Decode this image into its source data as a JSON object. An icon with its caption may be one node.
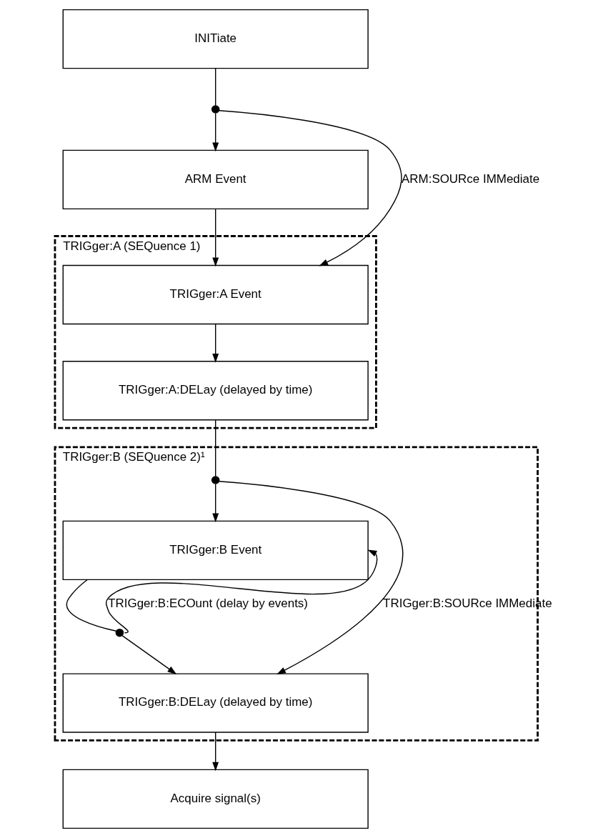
{
  "diagram": {
    "nodes": [
      {
        "text": [
          "INITiate"
        ]
      },
      {
        "text": [],
        "shape": "circle"
      },
      {
        "text": [
          "ARM Event"
        ]
      },
      {
        "text": [
          "TRIGger:A (SEQuence 1)"
        ]
      },
      {
        "text": [
          "TRIGger:A Event"
        ],
        "in": 3
      },
      {
        "text": [
          "TRIGger:A:DELay (delayed by time)"
        ],
        "in": 3
      },
      {
        "text": [
          "TRIGger:B (SEQuence 2)¹"
        ]
      },
      {
        "text": [],
        "shape": "circle",
        "in": 6
      },
      {
        "text": [
          "TRIGger:B Event"
        ],
        "in": 6
      },
      {
        "text": [],
        "shape": "circle",
        "in": 6
      },
      {
        "text": [
          "TRIGger:B:DELay (delayed by time)"
        ],
        "in": 6
      },
      {
        "text": [
          "Acquire signal(s)"
        ]
      }
    ],
    "edges": [
      {
        "from": 0,
        "to": 1,
        "arrow": "none"
      },
      {
        "from": 1,
        "to": 2,
        "arrow": "to"
      },
      {
        "from": 1,
        "to": 4,
        "arrow": "to",
        "label": "ARM:SOURce IMMediate"
      },
      {
        "from": 2,
        "to": 4,
        "arrow": "to"
      },
      {
        "from": 4,
        "to": 5,
        "arrow": "to"
      },
      {
        "from": 5,
        "to": 7,
        "arrow": "none"
      },
      {
        "from": 7,
        "to": 8,
        "arrow": "to"
      },
      {
        "from": 7,
        "to": 10,
        "arrow": "to",
        "label": "TRIGger:B:SOURce IMMediate"
      },
      {
        "from": 8,
        "to": 9,
        "arrow": "none"
      },
      {
        "from": 9,
        "to": 10,
        "arrow": "to"
      },
      {
        "from": 9,
        "to": 8,
        "arrow": "to",
        "label": "TRIGger:B:ECOunt (delay by events)"
      },
      {
        "from": 10,
        "to": 11,
        "arrow": "to"
      }
    ]
  }
}
